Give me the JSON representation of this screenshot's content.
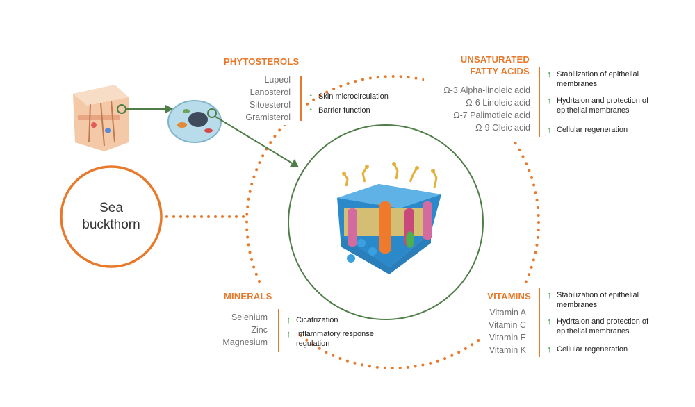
{
  "center": {
    "label_line1": "Sea",
    "label_line2": "buckthorn"
  },
  "phytosterols": {
    "title": "PHYTOSTEROLS",
    "items": [
      "Lupeol",
      "Lanosterol",
      "Sitoesterol",
      "Gramisterol"
    ],
    "effects": [
      "Skin microcirculation",
      "Barrier function"
    ]
  },
  "fatty_acids": {
    "title_line1": "UNSATURATED",
    "title_line2": "FATTY ACIDS",
    "items": [
      "Ω-3 Alpha-linoleic acid",
      "Ω-6  Linoleic acid",
      "Ω-7 Palimotleic acid",
      "Ω-9 Oleic acid"
    ],
    "effects": [
      {
        "line1": "Stabilization of epithelial",
        "line2": "membranes"
      },
      {
        "line1": "Hydrtaion and protection of",
        "line2": "epithelial membranes"
      },
      {
        "line1": "Cellular regeneration",
        "line2": ""
      }
    ]
  },
  "minerals": {
    "title": "MINERALS",
    "items": [
      "Selenium",
      "Zinc",
      "Magnesium"
    ],
    "effects": [
      {
        "line1": "Cicatrization",
        "line2": ""
      },
      {
        "line1": "Inflammatory response",
        "line2": "regulation"
      }
    ]
  },
  "vitamins": {
    "title": "VITAMINS",
    "items": [
      "Vitamin A",
      "Vitamin C",
      "Vitamin E",
      "Vitamin K"
    ],
    "effects": [
      {
        "line1": "Stabilization of epithelial",
        "line2": "membranes"
      },
      {
        "line1": "Hydrtaion and protection of",
        "line2": "epithelial membranes"
      },
      {
        "line1": "Cellular regeneration",
        "line2": ""
      }
    ]
  },
  "colors": {
    "accent": "#e8782a",
    "green": "#4f7d48",
    "arrow_up": "#2e9a3a"
  },
  "icons": [
    "skin-cross-section-icon",
    "cell-icon",
    "cell-membrane-icon",
    "up-arrow-icon"
  ]
}
